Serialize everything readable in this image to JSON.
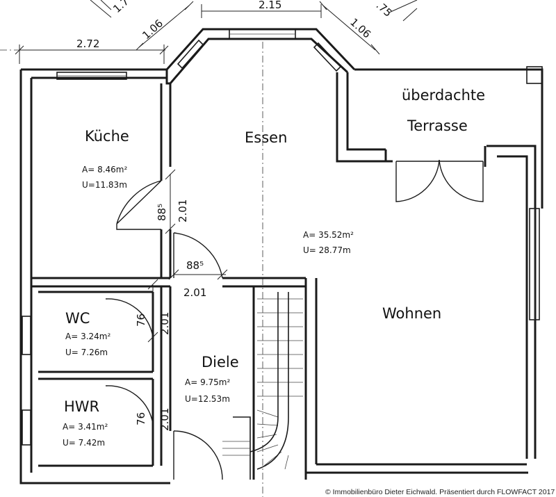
{
  "rooms": {
    "kueche": {
      "name": "Küche",
      "area": "A= 8.46m²",
      "perimeter": "U=11.83m"
    },
    "essen": {
      "name": "Essen"
    },
    "terrasse": {
      "name_line1": "überdachte",
      "name_line2": "Terrasse"
    },
    "wohnen": {
      "name": "Wohnen",
      "area": "A= 35.52m²",
      "perimeter": "U= 28.77m"
    },
    "wc": {
      "name": "WC",
      "area": "A= 3.24m²",
      "perimeter": "U= 7.26m"
    },
    "diele": {
      "name": "Diele",
      "area": "A= 9.75m²",
      "perimeter": "U=12.53m"
    },
    "hwr": {
      "name": "HWR",
      "area": "A= 3.41m²",
      "perimeter": "U= 7.42m"
    }
  },
  "dimensions": {
    "top_left": "2.72",
    "top_center": "2.15",
    "bay_left": "1.06",
    "bay_right": "1.06",
    "bay_far_left": "1.7",
    "bay_far_right": ".75",
    "kueche_door_width": "88⁵",
    "kueche_door_height": "2.01",
    "diele_door_width": "88⁵",
    "diele_door_height": "2.01",
    "wc_door_width": "76",
    "wc_door_height": "2.01",
    "hwr_door_width": "76",
    "hwr_door_height": "2.01"
  },
  "credit": "© Immobilienbüro Dieter Eichwald. Präsentiert durch FLOWFACT 2017"
}
